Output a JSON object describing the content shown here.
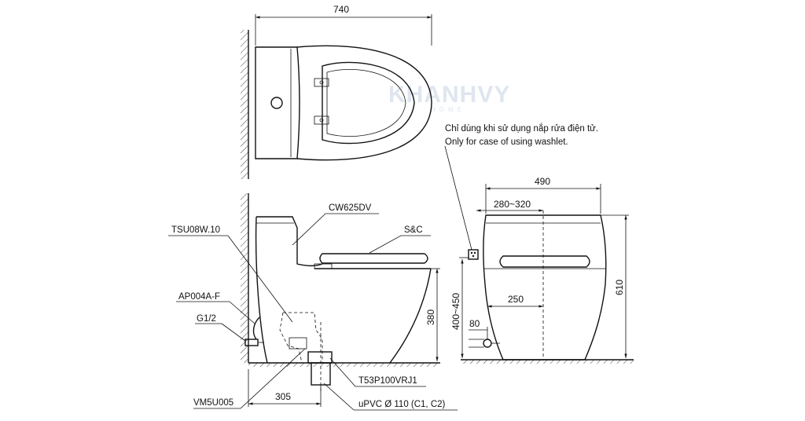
{
  "dimensions": {
    "top_width": "740",
    "front_width": "490",
    "seat_range": "280~320",
    "height": "610",
    "inlet_height": "400~450",
    "offset_250": "250",
    "offset_80": "80",
    "height_380": "380",
    "rough_in": "305"
  },
  "labels": {
    "model_body": "CW625DV",
    "seat": "S&C",
    "fitting": "TSU08W.10",
    "hose": "AP004A-F",
    "thread": "G1/2",
    "valve": "VM5U005",
    "flange": "T53P100VRJ1",
    "pipe": "uPVC Ø 110 (C1, C2)"
  },
  "note": {
    "vi": "Chỉ dùng khi sử dụng nắp rửa điện tử.",
    "en": "Only for case of using washlet."
  },
  "watermark": {
    "brand": "KHANHVY",
    "sub": "HOME"
  }
}
